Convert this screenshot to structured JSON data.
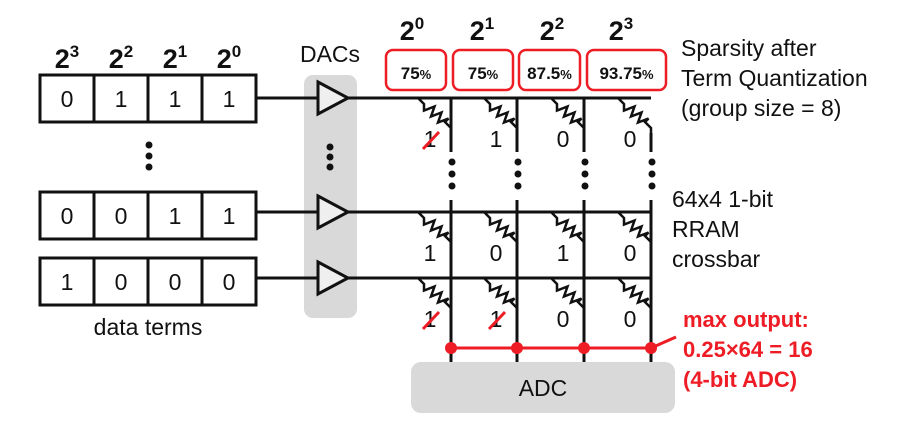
{
  "input_bit_weights": [
    {
      "base": "2",
      "exp": "3"
    },
    {
      "base": "2",
      "exp": "2"
    },
    {
      "base": "2",
      "exp": "1"
    },
    {
      "base": "2",
      "exp": "0"
    }
  ],
  "input_rows": [
    [
      "0",
      "1",
      "1",
      "1"
    ],
    [
      "0",
      "0",
      "1",
      "1"
    ],
    [
      "1",
      "0",
      "0",
      "0"
    ]
  ],
  "input_ellipsis": "⋮",
  "data_terms_label": "data terms",
  "dacs_label": "DACs",
  "column_weights": [
    {
      "base": "2",
      "exp": "0"
    },
    {
      "base": "2",
      "exp": "1"
    },
    {
      "base": "2",
      "exp": "2"
    },
    {
      "base": "2",
      "exp": "3"
    }
  ],
  "sparsity": [
    {
      "value": "75",
      "unit": "%"
    },
    {
      "value": "75",
      "unit": "%"
    },
    {
      "value": "87.5",
      "unit": "%"
    },
    {
      "value": "93.75",
      "unit": "%"
    }
  ],
  "sparsity_caption": [
    "Sparsity after",
    "Term Quantization",
    "(group size = 8)"
  ],
  "crossbar_caption": [
    "64x4 1-bit",
    "RRAM",
    "crossbar"
  ],
  "cell_rows": [
    [
      {
        "v": "1",
        "struck": true
      },
      {
        "v": "1",
        "struck": false
      },
      {
        "v": "0",
        "struck": false
      },
      {
        "v": "0",
        "struck": false
      }
    ],
    [
      {
        "v": "1",
        "struck": false
      },
      {
        "v": "0",
        "struck": false
      },
      {
        "v": "1",
        "struck": false
      },
      {
        "v": "0",
        "struck": false
      }
    ],
    [
      {
        "v": "1",
        "struck": true
      },
      {
        "v": "1",
        "struck": true
      },
      {
        "v": "0",
        "struck": false
      },
      {
        "v": "0",
        "struck": false
      }
    ]
  ],
  "adc_label": "ADC",
  "max_output_annotation": [
    "max output:",
    "0.25×64 = 16",
    "(4-bit ADC)"
  ],
  "colors": {
    "accent_red": "#ee1c25",
    "box_gray": "#d9d9d9",
    "line": "#111111"
  }
}
